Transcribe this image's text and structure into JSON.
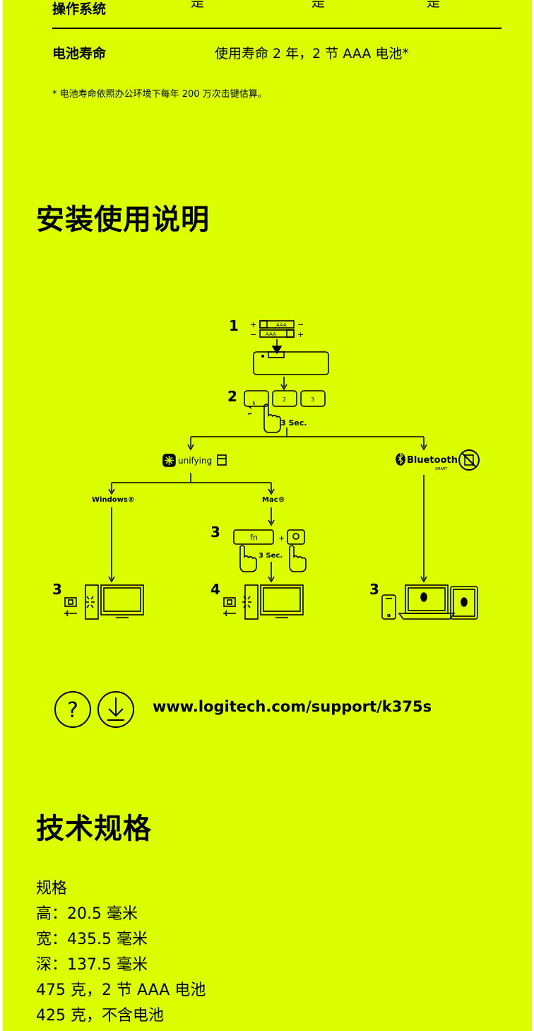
{
  "compat_table": {
    "os_label": "操作系统",
    "os_values": [
      "是",
      "是",
      "是"
    ],
    "battery_label": "电池寿命",
    "battery_value": "使用寿命 2 年，2 节 AAA 电池*"
  },
  "footnote": "* 电池寿命依照办公环境下每年 200 万次击键估算。",
  "setup": {
    "title": "安装使用说明",
    "diagram": {
      "step1": "1",
      "step2": "2",
      "battery_label": "AAA",
      "plus": "+",
      "minus": "−",
      "key_2": "2",
      "key_3": "3",
      "press_duration": "3 Sec.",
      "unifying_label": "unifying",
      "bluetooth_label": "Bluetooth",
      "bluetooth_sub": "SMART",
      "windows_label": "Windows®",
      "mac_label": "Mac®",
      "fn_label": "fn",
      "step3_windows": "3",
      "step3_mac": "3",
      "step4_mac": "4",
      "step3_bt": "3"
    }
  },
  "support": {
    "url": "www.logitech.com/support/k375s"
  },
  "specs": {
    "title": "技术规格",
    "heading": "规格",
    "lines": [
      "高：20.5 毫米",
      "宽：435.5 毫米",
      "深：137.5 毫米",
      "475 克，2 节 AAA 电池",
      "425 克，不含电池"
    ]
  },
  "colors": {
    "background": "#dcff00",
    "ink": "#000000"
  }
}
